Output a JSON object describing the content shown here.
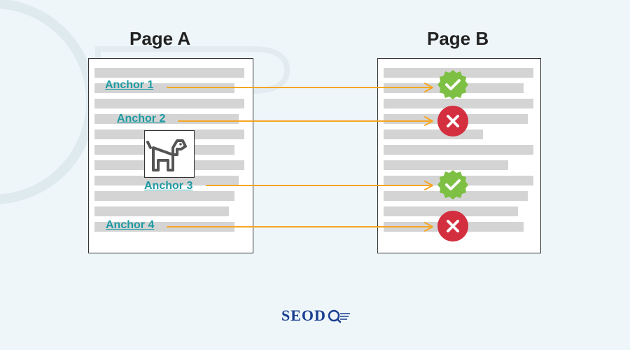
{
  "page_a": {
    "title": "Page A",
    "anchors": [
      "Anchor 1",
      "Anchor 2",
      "Anchor 3",
      "Anchor 4"
    ]
  },
  "page_b": {
    "title": "Page B",
    "links": [
      {
        "from": "Anchor 1",
        "status": "check"
      },
      {
        "from": "Anchor 2",
        "status": "cross"
      },
      {
        "from": "Anchor 3",
        "status": "check"
      },
      {
        "from": "Anchor 4",
        "status": "cross"
      }
    ]
  },
  "image_icon": "dog-icon",
  "logo": {
    "text": "SEOD"
  },
  "colors": {
    "arrow": "#f5a623",
    "check": "#7dc043",
    "cross": "#d32f3f",
    "anchor_text": "#1e9aa2",
    "logo": "#1a3d8f"
  }
}
